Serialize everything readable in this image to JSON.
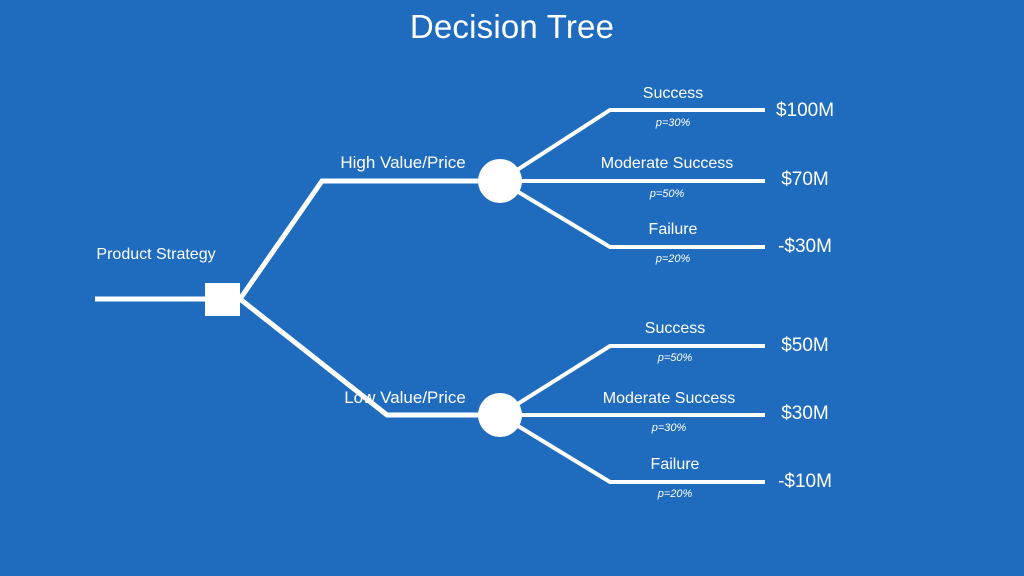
{
  "slide": {
    "title": "Decision Tree",
    "background_color": "#1f6cbf",
    "line_color": "#ffffff",
    "text_color": "#ffffff"
  },
  "tree": {
    "root": {
      "label": "Product Strategy",
      "node_type": "decision-square"
    },
    "decisions": [
      {
        "label": "High Value/Price",
        "node_type": "chance-circle",
        "outcomes": [
          {
            "label": "Success",
            "probability": "p=30%",
            "payoff": "$100M"
          },
          {
            "label": "Moderate Success",
            "probability": "p=50%",
            "payoff": "$70M"
          },
          {
            "label": "Failure",
            "probability": "p=20%",
            "payoff": "-$30M"
          }
        ]
      },
      {
        "label": "Low Value/Price",
        "node_type": "chance-circle",
        "outcomes": [
          {
            "label": "Success",
            "probability": "p=50%",
            "payoff": "$50M"
          },
          {
            "label": "Moderate Success",
            "probability": "p=30%",
            "payoff": "$30M"
          },
          {
            "label": "Failure",
            "probability": "p=20%",
            "payoff": "-$10M"
          }
        ]
      }
    ]
  },
  "chart_data": {
    "type": "diagram",
    "title": "Decision Tree",
    "nodes": [
      {
        "id": "root",
        "type": "decision",
        "label": "Product Strategy"
      },
      {
        "id": "high",
        "type": "chance",
        "label": "High Value/Price"
      },
      {
        "id": "low",
        "type": "chance",
        "label": "Low Value/Price"
      }
    ],
    "edges": [
      {
        "from": "root",
        "to": "high",
        "label": "High Value/Price"
      },
      {
        "from": "root",
        "to": "low",
        "label": "Low Value/Price"
      },
      {
        "from": "high",
        "to": "h1",
        "label": "Success",
        "probability": 0.3,
        "payoff": 100
      },
      {
        "from": "high",
        "to": "h2",
        "label": "Moderate Success",
        "probability": 0.5,
        "payoff": 70
      },
      {
        "from": "high",
        "to": "h3",
        "label": "Failure",
        "probability": 0.2,
        "payoff": -30
      },
      {
        "from": "low",
        "to": "l1",
        "label": "Success",
        "probability": 0.5,
        "payoff": 50
      },
      {
        "from": "low",
        "to": "l2",
        "label": "Moderate Success",
        "probability": 0.3,
        "payoff": 30
      },
      {
        "from": "low",
        "to": "l3",
        "label": "Failure",
        "probability": 0.2,
        "payoff": -10
      }
    ],
    "payoff_units": "millions USD"
  }
}
